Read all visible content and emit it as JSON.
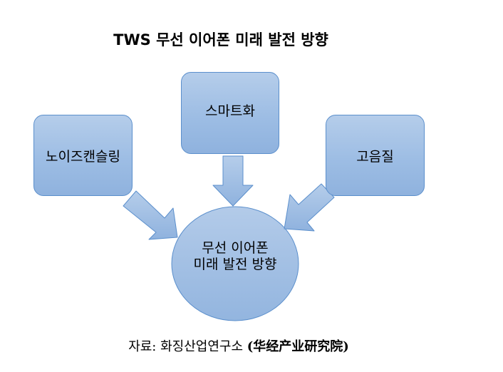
{
  "title": "TWS 무선 이어폰 미래 발전 방향",
  "nodes": {
    "left": "노이즈캔슬링",
    "top": "스마트화",
    "right": "고음질",
    "center_line1": "무선 이어폰",
    "center_line2": "미래 발전 방향"
  },
  "source": {
    "prefix": "자료: 화징산업연구소",
    "name": "(华经产业研究院)"
  },
  "colors": {
    "fill_light": "#b5cdea",
    "fill_dark": "#8fb2de",
    "stroke": "#5b8fcc",
    "text": "#000000"
  }
}
